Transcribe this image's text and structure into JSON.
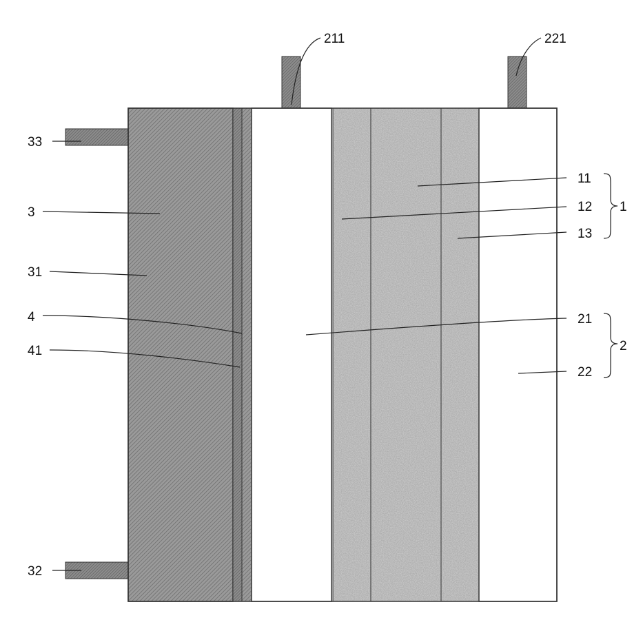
{
  "labels": {
    "l211": "211",
    "l221": "221",
    "l33": "33",
    "l3": "3",
    "l31": "31",
    "l4": "4",
    "l41": "41",
    "l32": "32",
    "l11": "11",
    "l12": "12",
    "l13": "13",
    "l1": "1",
    "l21": "21",
    "l22": "22",
    "l2": "2"
  },
  "colors": {
    "line": "#333333",
    "dark_hatch": "#8a8a8a",
    "speckle_base": "#a8a8a8",
    "white": "#ffffff"
  }
}
